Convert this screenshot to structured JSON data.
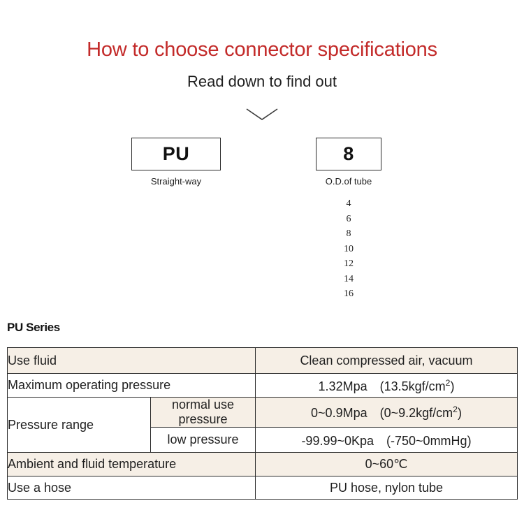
{
  "header": {
    "title": "How to choose connector specifications",
    "subtitle": "Read down to find out",
    "title_color": "#C32B2A",
    "chevron_icon": "chevron-down-icon"
  },
  "selector": {
    "boxes": [
      {
        "code": "PU",
        "caption": "Straight-way"
      },
      {
        "code": "8",
        "caption": "O.D.of tube"
      }
    ],
    "tube_sizes": [
      "4",
      "6",
      "8",
      "10",
      "12",
      "14",
      "16"
    ]
  },
  "spec": {
    "heading": "PU Series",
    "accent_beige": "#F6EFE6",
    "rows": [
      {
        "label": "Use fluid",
        "sublabel": null,
        "value": "Clean compressed air, vacuum",
        "shade": "beige"
      },
      {
        "label": "Maximum operating pressure",
        "sublabel": null,
        "value": "1.32Mpa　(13.5kgf/cm²)",
        "shade": "white"
      },
      {
        "label": "Pressure range",
        "sublabel": "normal use pressure",
        "value": "0~0.9Mpa　(0~9.2kgf/cm²)",
        "shade": "beige"
      },
      {
        "label": "",
        "sublabel": "low pressure",
        "value": "-99.99~0Kpa　(-750~0mmHg)",
        "shade": "white"
      },
      {
        "label": "Ambient and fluid temperature",
        "sublabel": null,
        "value": "0~60℃",
        "shade": "beige"
      },
      {
        "label": "Use a hose",
        "sublabel": null,
        "value": "PU hose, nylon tube",
        "shade": "white"
      }
    ]
  }
}
